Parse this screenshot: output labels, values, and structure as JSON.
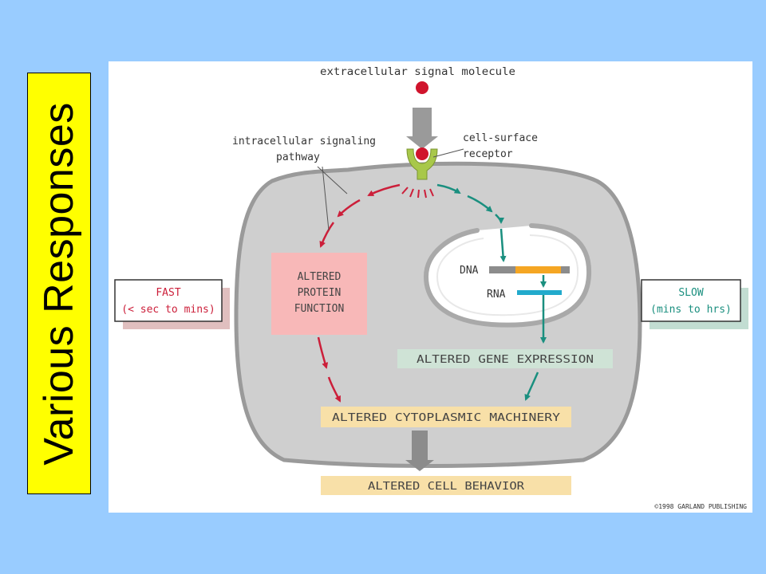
{
  "slide_title": "Various Responses",
  "labels": {
    "signal": "extracellular signal molecule",
    "pathway_line1": "intracellular signaling",
    "pathway_line2": "pathway",
    "receptor_line1": "cell-surface",
    "receptor_line2": "receptor",
    "protein_line1": "ALTERED",
    "protein_line2": "PROTEIN",
    "protein_line3": "FUNCTION",
    "dna": "DNA",
    "rna": "RNA",
    "gene_expression": "ALTERED GENE EXPRESSION",
    "cytoplasmic": "ALTERED CYTOPLASMIC MACHINERY",
    "cell_behavior": "ALTERED CELL BEHAVIOR",
    "fast_line1": "FAST",
    "fast_line2": "(< sec to mins)",
    "slow_line1": "SLOW",
    "slow_line2": "(mins to hrs)",
    "copyright": "©1998 GARLAND PUBLISHING"
  },
  "colors": {
    "background": "#99ccff",
    "title_box": "#ffff00",
    "cell_fill": "#cfcfcf",
    "cell_border": "#9a9a9a",
    "fast_arrow": "#cc1f3a",
    "slow_arrow": "#1a8f7f",
    "signal_molecule": "#d0142c",
    "receptor": "#a8c84a",
    "protein_box": "#f8b8b8",
    "gene_box": "#cfe3d6",
    "machinery_box": "#f8e0a8",
    "dna_segment": "#f5a623",
    "rna_bar": "#22aacc"
  }
}
